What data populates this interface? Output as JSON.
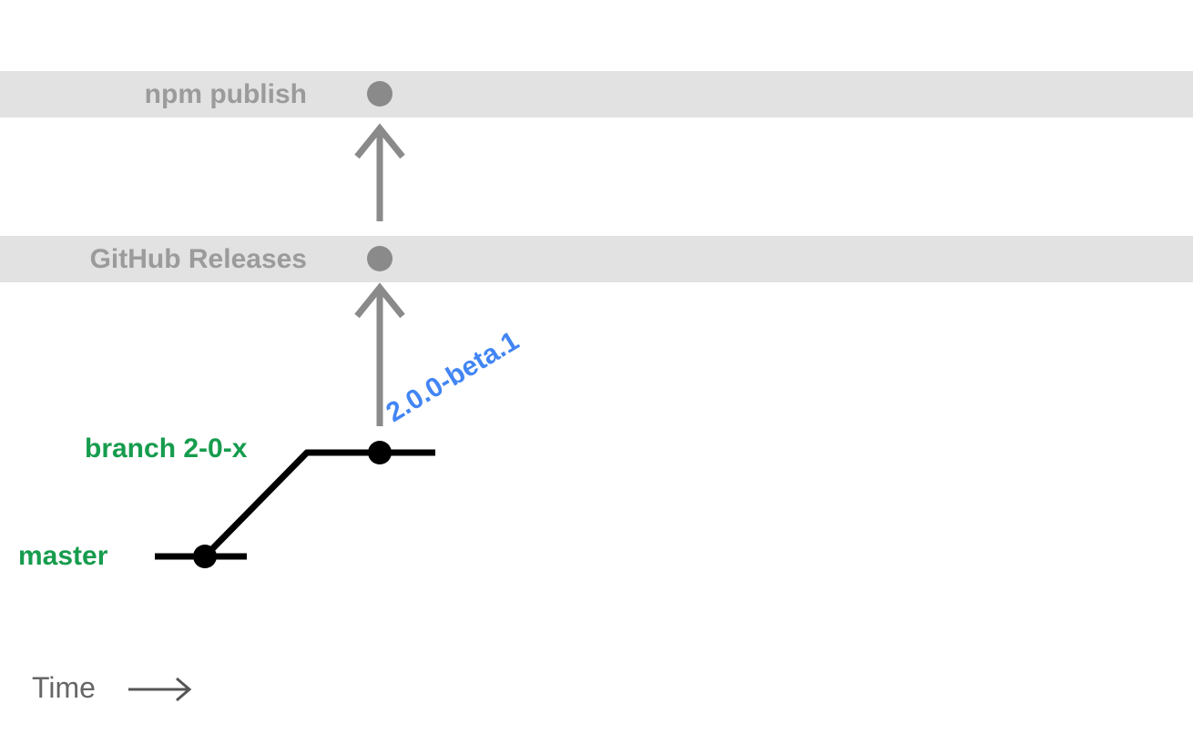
{
  "pipeline": {
    "stages": [
      {
        "label": "npm publish"
      },
      {
        "label": "GitHub Releases"
      }
    ]
  },
  "git": {
    "tag": "2.0.0-beta.1",
    "branches": [
      {
        "label": "branch 2-0-x"
      },
      {
        "label": "master"
      }
    ]
  },
  "axis": {
    "time_label": "Time"
  },
  "colors": {
    "band_background": "#e2e2e2",
    "band_text": "#9b9b9b",
    "arrow_and_dot_gray": "#8a8a8a",
    "branch_green": "#169c4d",
    "tag_blue": "#4285f4",
    "commit_black": "#000000",
    "time_gray": "#666666"
  }
}
